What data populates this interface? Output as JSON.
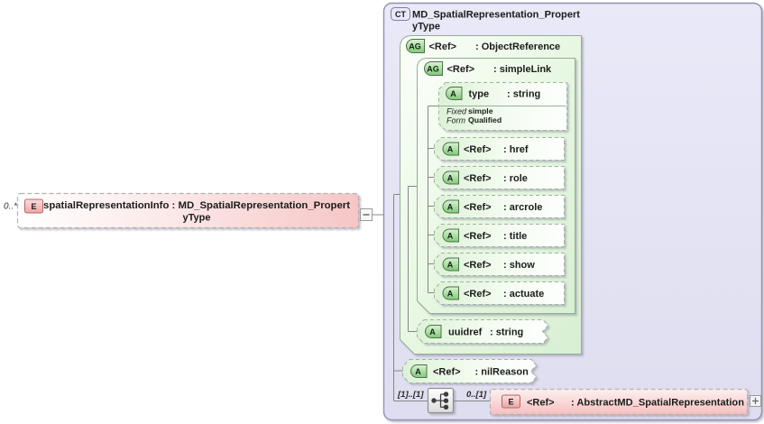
{
  "palette": {
    "complex_type_fill": "#e4e4f5",
    "complex_type_border": "#9191b6",
    "group_fill": "#e7f7e2",
    "group_border": "#96ac94",
    "attribute_fill": "#eef9ea",
    "element_fill": "#f6c6c6",
    "badge_green": "#8fd386",
    "badge_pink": "#f3b9b9",
    "badge_lavender": "#e8e8fa"
  },
  "left_element": {
    "cardinality": "0..*",
    "badge": "E",
    "label_line1": "spatialRepresentationInfo : MD_SpatialRepresentation_Propert",
    "label_line2": "yType"
  },
  "complex_type": {
    "badge": "CT",
    "title_line1": "MD_SpatialRepresentation_Propert",
    "title_line2": "yType",
    "object_reference_group": {
      "badge": "AG",
      "name": "<Ref>",
      "type": ": ObjectReference",
      "simple_link_group": {
        "badge": "AG",
        "name": "<Ref>",
        "type": ": simpleLink",
        "type_attribute": {
          "badge": "A",
          "name": "type",
          "type": ": string",
          "fixed_label": "Fixed",
          "fixed_value": "simple",
          "form_label": "Form",
          "form_value": "Qualified"
        },
        "ref_attributes": [
          {
            "badge": "A",
            "name": "<Ref>",
            "type": ": href"
          },
          {
            "badge": "A",
            "name": "<Ref>",
            "type": ": role"
          },
          {
            "badge": "A",
            "name": "<Ref>",
            "type": ": arcrole"
          },
          {
            "badge": "A",
            "name": "<Ref>",
            "type": ": title"
          },
          {
            "badge": "A",
            "name": "<Ref>",
            "type": ": show"
          },
          {
            "badge": "A",
            "name": "<Ref>",
            "type": ": actuate"
          }
        ]
      },
      "uuidref_attribute": {
        "badge": "A",
        "name": "uuidref",
        "type": ": string"
      }
    },
    "nilreason_attribute": {
      "badge": "A",
      "name": "<Ref>",
      "type": ": nilReason"
    },
    "content_model": {
      "cardinality_sequence": "[1]..[1]",
      "cardinality_element": "0..[1]"
    },
    "abstract_element": {
      "badge": "E",
      "name": "<Ref>",
      "type": ": AbstractMD_SpatialRepresentation"
    }
  }
}
